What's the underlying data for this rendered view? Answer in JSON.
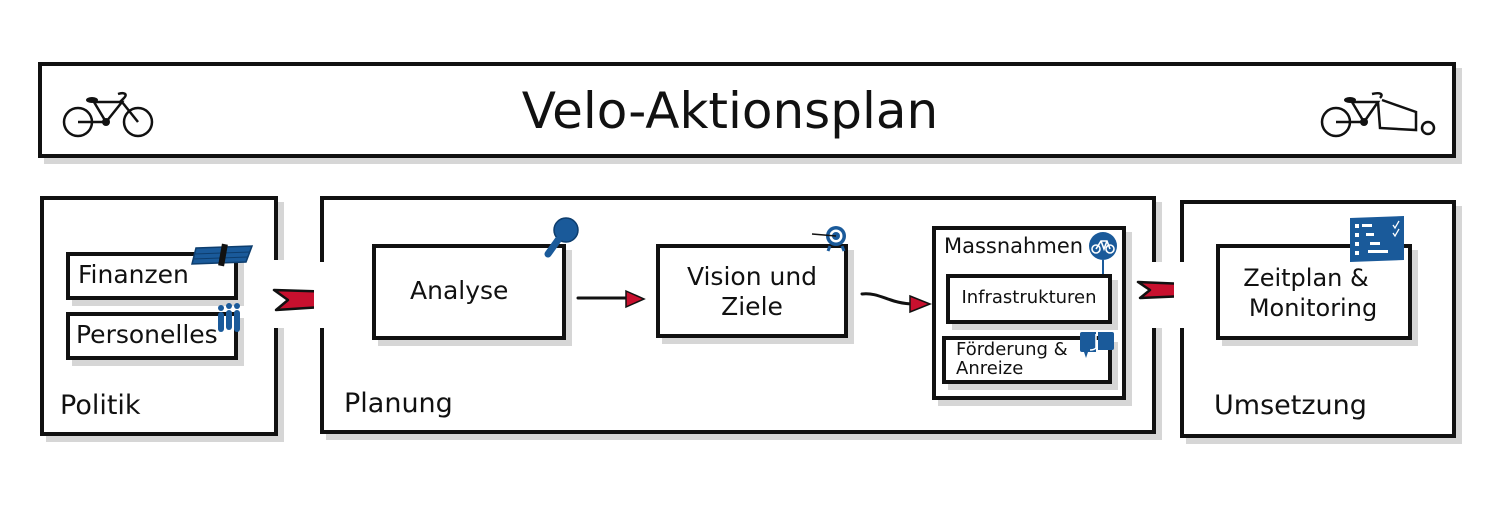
{
  "title": "Velo-Aktionsplan",
  "header_icons": {
    "left": "bicycle-icon",
    "right": "cargo-bike-icon"
  },
  "sections": {
    "politik": {
      "label": "Politik",
      "items": [
        {
          "label": "Finanzen",
          "icon": "money-stack-icon"
        },
        {
          "label": "Personelles",
          "icon": "people-icon"
        }
      ]
    },
    "planung": {
      "label": "Planung",
      "steps": [
        {
          "label": "Analyse",
          "icon": "magnifier-icon"
        },
        {
          "label_line1": "Vision und",
          "label_line2": "Ziele",
          "icon": "target-icon"
        }
      ],
      "massnahmen": {
        "label": "Massnahmen",
        "icon": "bicycle-sign-icon",
        "items": [
          {
            "label": "Infrastrukturen"
          },
          {
            "label_line1": "Förderung &",
            "label_line2": "Anreize",
            "icon": "speech-bubbles-icon"
          }
        ]
      }
    },
    "umsetzung": {
      "label": "Umsetzung",
      "step": {
        "label_line1": "Zeitplan &",
        "label_line2": "Monitoring",
        "icon": "checklist-icon"
      }
    }
  },
  "colors": {
    "accent_red": "#c8102e",
    "icon_blue": "#1a5a9a",
    "stroke": "#111111",
    "shadow": "#d6d6d6"
  }
}
